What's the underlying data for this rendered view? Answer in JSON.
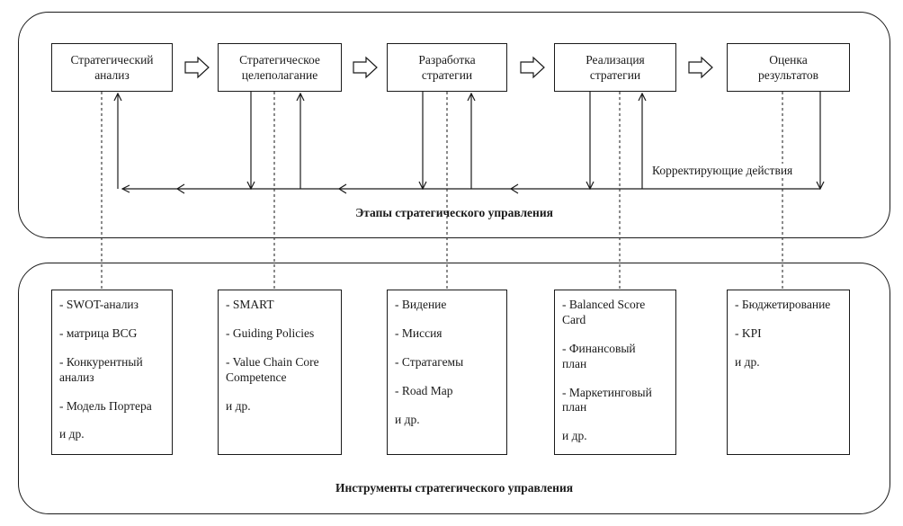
{
  "stages": [
    {
      "label": "Стратегический\nанализ"
    },
    {
      "label": "Стратегическое\nцелеполагание"
    },
    {
      "label": "Разработка\nстратегии"
    },
    {
      "label": "Реализация\nстратегии"
    },
    {
      "label": "Оценка\nрезультатов"
    }
  ],
  "feedback_label": "Корректирующие действия",
  "stages_caption": "Этапы стратегического управления",
  "tools_caption": "Инструменты стратегического управления",
  "tools": [
    {
      "items": [
        "- SWOT-анализ",
        "- матрица BCG",
        "- Конкурентный\nанализ",
        "- Модель Портера",
        "и др."
      ]
    },
    {
      "items": [
        "- SMART",
        "- Guiding Policies",
        "- Value Chain Core\nCompetence",
        "и др."
      ]
    },
    {
      "items": [
        "- Видение",
        "- Миссия",
        "- Стратагемы",
        "- Road Map",
        "и др."
      ]
    },
    {
      "items": [
        "- Balanced Score\nCard",
        "- Финансовый\nплан",
        "- Маркетинговый\nплан",
        "и др."
      ]
    },
    {
      "items": [
        "- Бюджетирование",
        "- KPI",
        "и др."
      ]
    }
  ]
}
